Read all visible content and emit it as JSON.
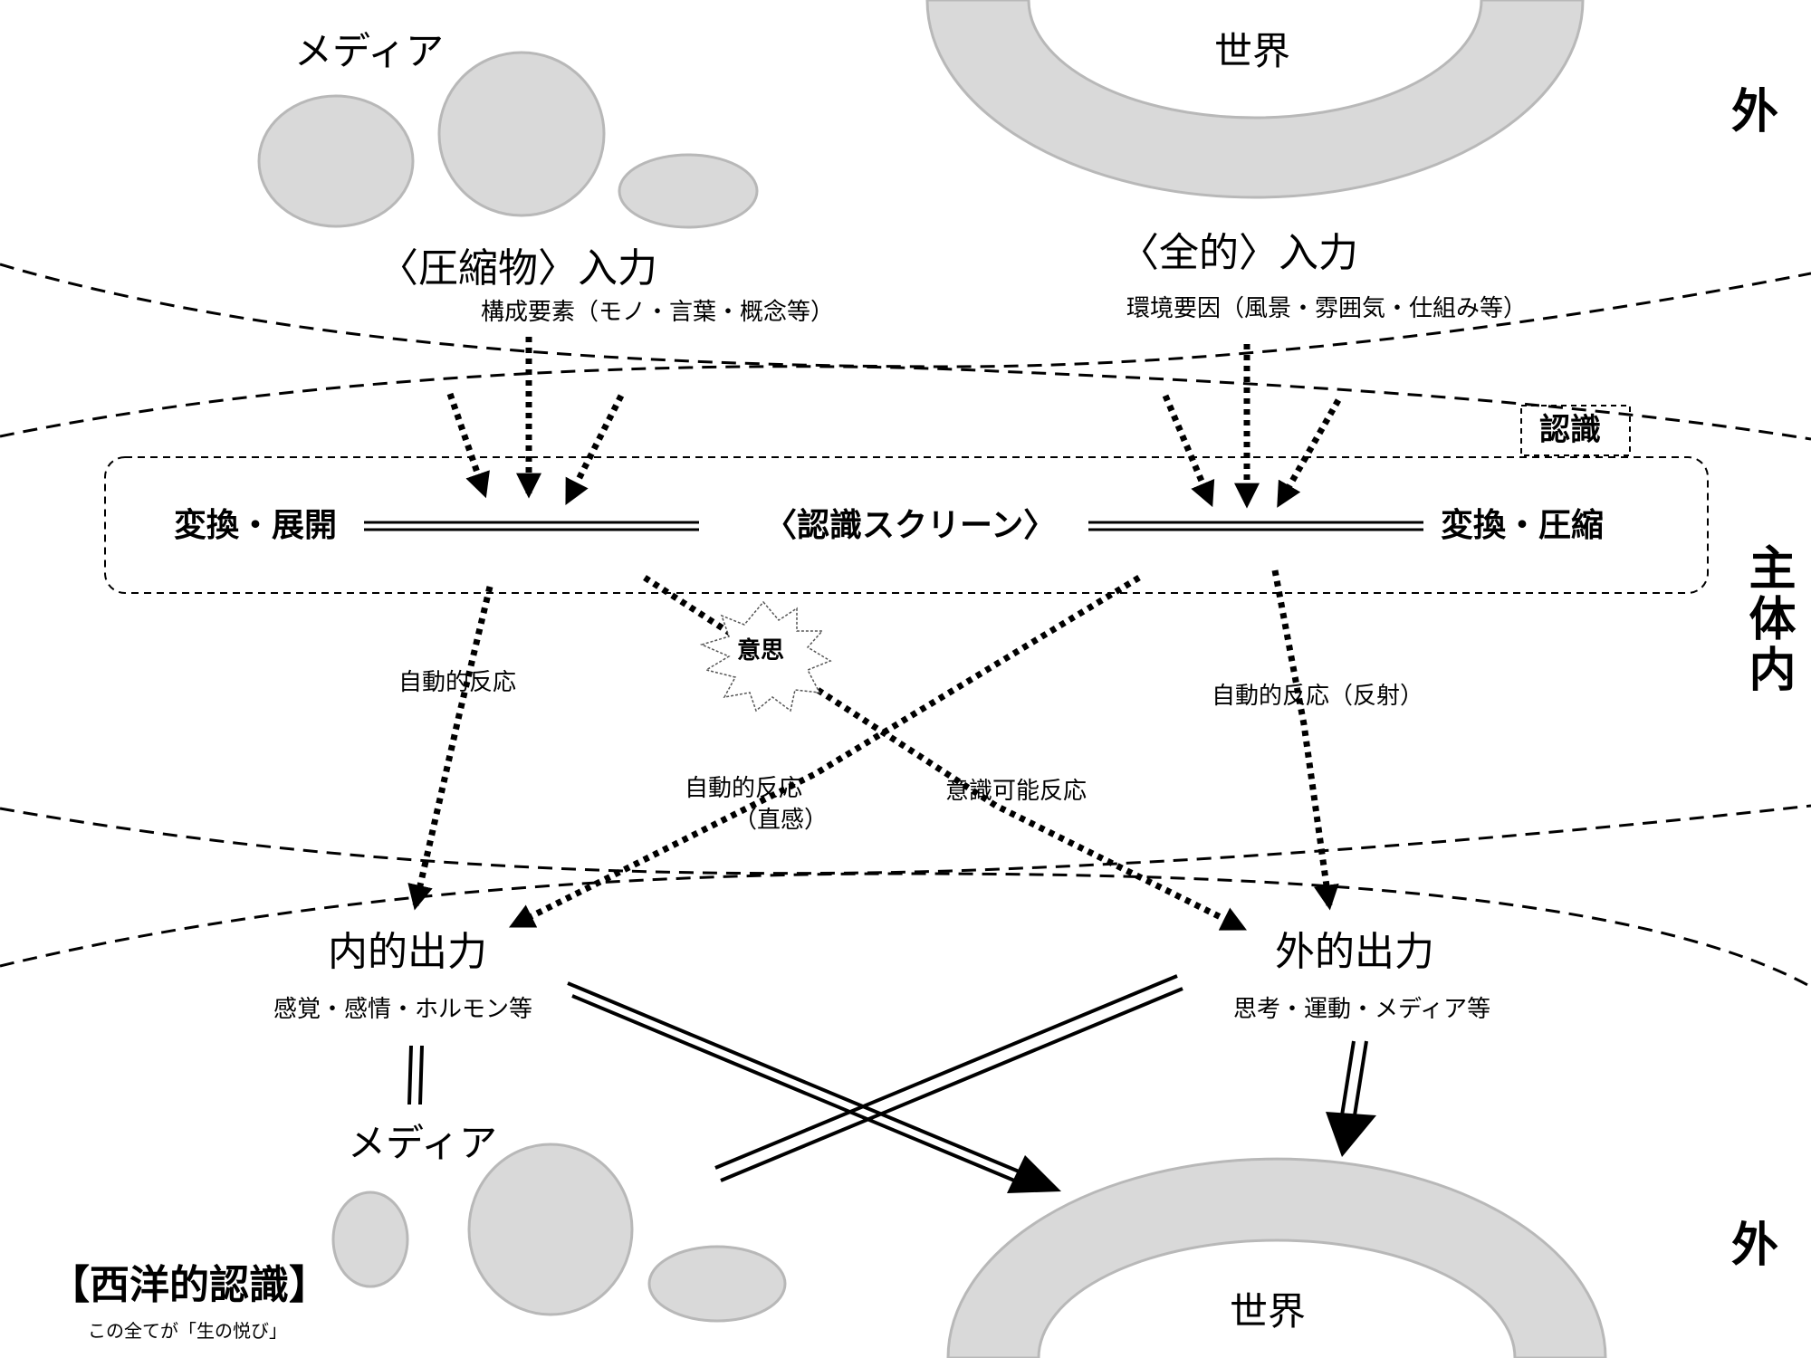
{
  "outside_label": "外",
  "inside_label": "主体内",
  "top": {
    "media_label": "メディア",
    "world_label": "世界"
  },
  "inputs": {
    "compressed": {
      "title": "〈圧縮物〉入力",
      "detail": "構成要素（モノ・言葉・概念等）"
    },
    "holistic": {
      "title": "〈全的〉入力",
      "detail": "環境要因（風景・雰囲気・仕組み等）"
    }
  },
  "recognition_tag": "認識",
  "screen": {
    "left_label": "変換・展開",
    "center_label": "〈認識スクリーン〉",
    "right_label": "変換・圧縮"
  },
  "will_label": "意思",
  "reactions": {
    "left_auto": "自動的反応",
    "right_auto": "自動的反応（反射）",
    "intuition": "自動的反応",
    "intuition_sub": "（直感）",
    "conscious": "意識可能反応"
  },
  "outputs": {
    "inner": {
      "title": "内的出力",
      "detail": "感覚・感情・ホルモン等"
    },
    "outer": {
      "title": "外的出力",
      "detail": "思考・運動・メディア等"
    }
  },
  "bottom": {
    "media_label": "メディア",
    "world_label": "世界"
  },
  "footer": {
    "title": "【西洋的認識】",
    "caption": "この全てが「生の悦び」"
  },
  "colors": {
    "shape_fill": "#d9d9d9",
    "shape_stroke": "#b8b8b8",
    "line": "#000000"
  }
}
